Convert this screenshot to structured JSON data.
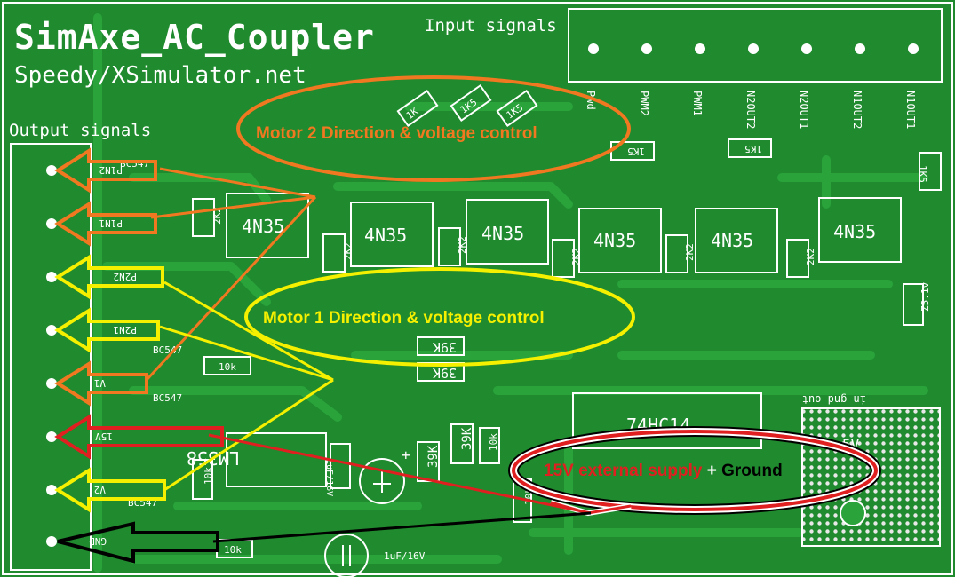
{
  "board": {
    "title": "SimAxe_AC_Coupler",
    "subtitle": "Speedy/XSimulator.net",
    "output_signals_label": "Output signals",
    "input_signals_label": "Input signals"
  },
  "input_pins": [
    "Pwd",
    "PWM2",
    "PWM1",
    "N2OUT2",
    "N2OUT1",
    "N1OUT2",
    "N1OUT1"
  ],
  "output_pins": [
    "P1N2",
    "P1N1",
    "P2N2",
    "P2N1",
    "V1",
    "15V",
    "V2",
    "GND"
  ],
  "chips": {
    "optocoupler": "4N35",
    "hex_inverter": "74HC14",
    "opamp": "LM358"
  },
  "components": {
    "r_1k": "1K",
    "r_1k5": "1K5",
    "r_2k2": "2K2",
    "r_10k": "10k",
    "r_39k": "39K",
    "r_5k6": "5K6",
    "transistor": "BC547",
    "zener": "Z5.1v",
    "cap": "1uF/16V",
    "cap_v": "1uF/16V",
    "regulator_pins": "in  gnd  out",
    "regulator_partial": "5V"
  },
  "annotations": {
    "motor2": "Motor 2 Direction & voltage control",
    "motor1": "Motor 1 Direction & voltage control",
    "supply_prefix": "15V external supply",
    "supply_plus": " + ",
    "supply_ground": "Ground"
  },
  "colors": {
    "board": "#1f8a2e",
    "trace": "#2aa33b",
    "silkscreen": "#ffffff",
    "motor2": "#f07820",
    "motor1": "#f5f000",
    "supply": "#e02020",
    "ground": "#000000"
  }
}
